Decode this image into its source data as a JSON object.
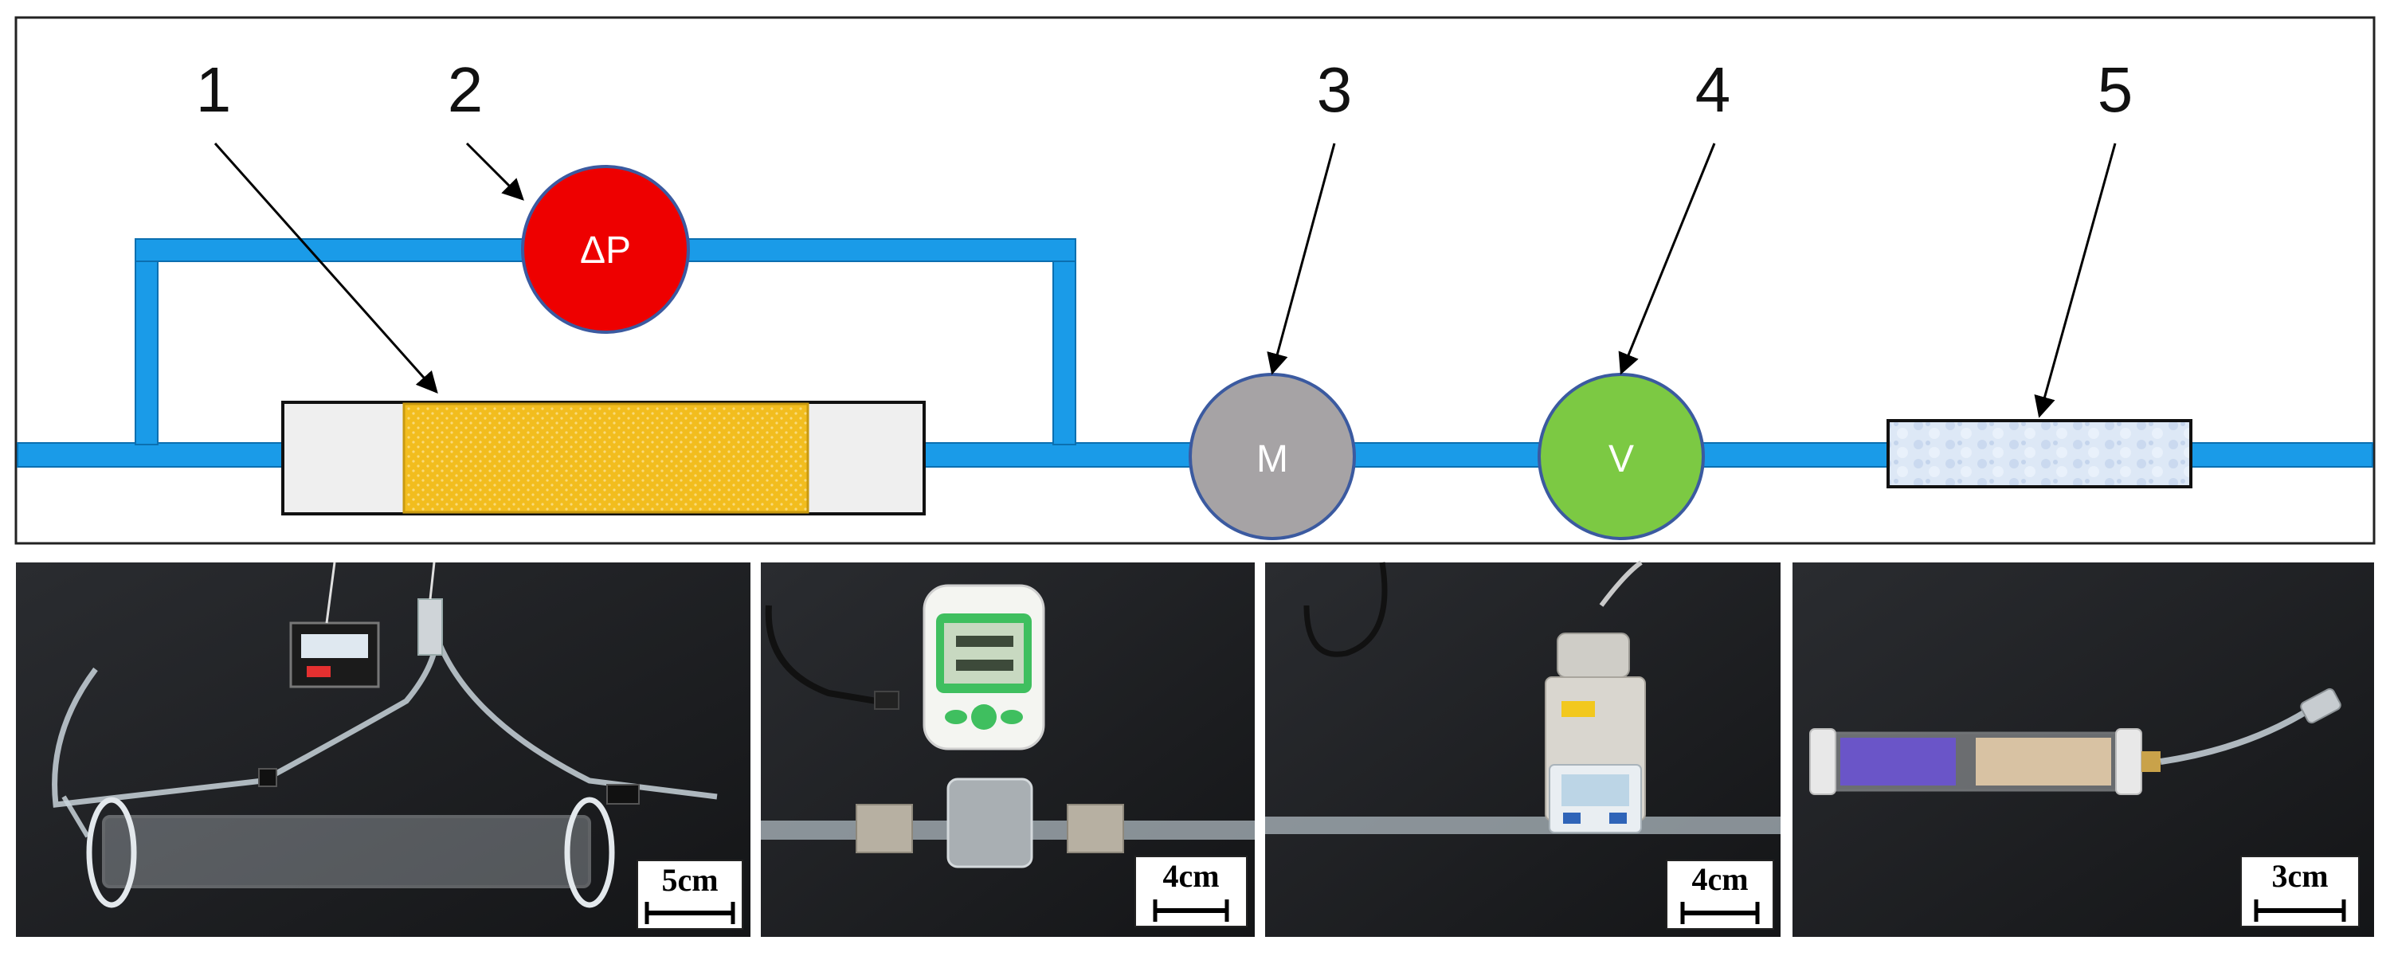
{
  "diagram": {
    "callouts": [
      "1",
      "2",
      "3",
      "4",
      "5"
    ],
    "gauges": {
      "pressure": {
        "label": "ΔP",
        "color": "#ee0000"
      },
      "flow": {
        "label": "M",
        "color": "#a6a3a5"
      },
      "valve": {
        "label": "V",
        "color": "#7cc943"
      }
    },
    "pipe_color": "#1a9be8"
  },
  "photos": [
    {
      "scale": "5cm"
    },
    {
      "scale": "4cm"
    },
    {
      "scale": "4cm"
    },
    {
      "scale": "3cm"
    }
  ]
}
